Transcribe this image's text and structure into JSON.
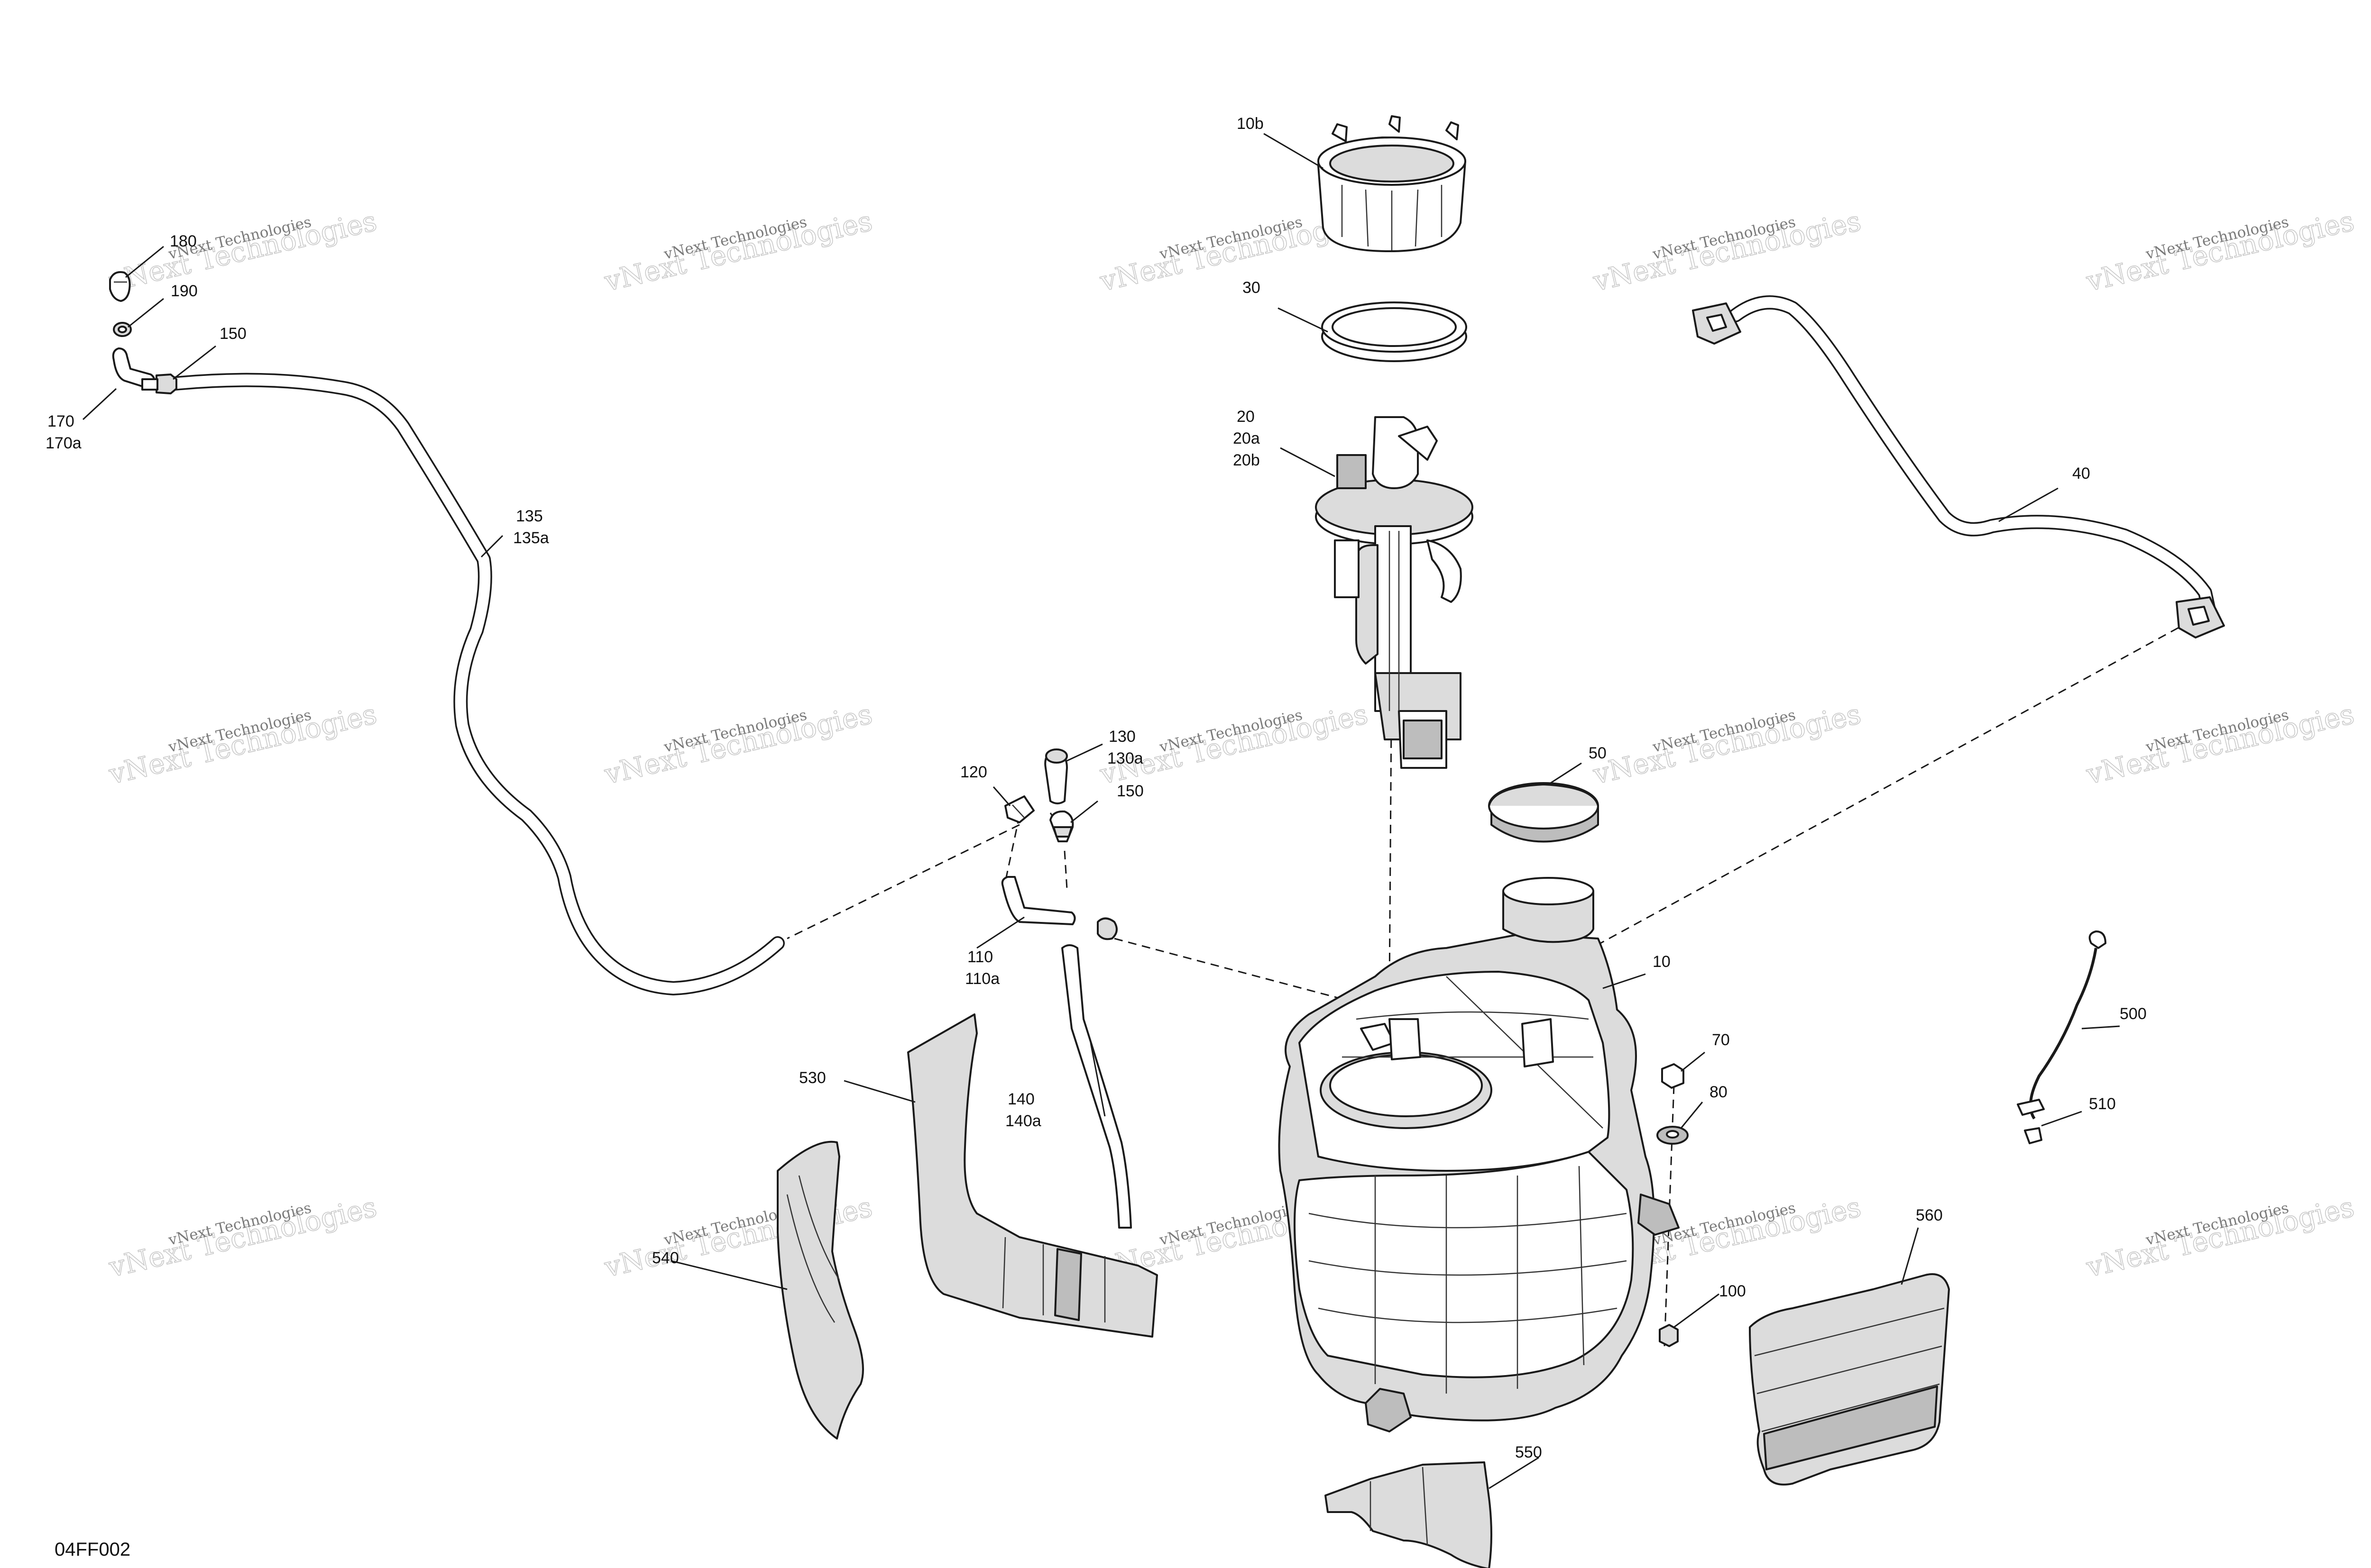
{
  "watermark": {
    "line1": "vNext Technologies",
    "line2": "vNext Technologies"
  },
  "diagram_code": "04FF002",
  "callouts": [
    {
      "id": "10b",
      "lines": [
        "10b"
      ]
    },
    {
      "id": "30",
      "lines": [
        "30"
      ]
    },
    {
      "id": "20",
      "lines": [
        "20",
        "20a",
        "20b"
      ]
    },
    {
      "id": "180",
      "lines": [
        "180"
      ]
    },
    {
      "id": "190",
      "lines": [
        "190"
      ]
    },
    {
      "id": "150-top",
      "lines": [
        "150"
      ]
    },
    {
      "id": "170",
      "lines": [
        "170",
        "170a"
      ]
    },
    {
      "id": "135",
      "lines": [
        "135",
        "135a"
      ]
    },
    {
      "id": "40",
      "lines": [
        "40"
      ]
    },
    {
      "id": "120",
      "lines": [
        "120"
      ]
    },
    {
      "id": "130",
      "lines": [
        "130",
        "130a"
      ]
    },
    {
      "id": "150-mid",
      "lines": [
        "150"
      ]
    },
    {
      "id": "50",
      "lines": [
        "50"
      ]
    },
    {
      "id": "110",
      "lines": [
        "110",
        "110a"
      ]
    },
    {
      "id": "10",
      "lines": [
        "10"
      ]
    },
    {
      "id": "530",
      "lines": [
        "530"
      ]
    },
    {
      "id": "140",
      "lines": [
        "140",
        "140a"
      ]
    },
    {
      "id": "70",
      "lines": [
        "70"
      ]
    },
    {
      "id": "500",
      "lines": [
        "500"
      ]
    },
    {
      "id": "80",
      "lines": [
        "80"
      ]
    },
    {
      "id": "510",
      "lines": [
        "510"
      ]
    },
    {
      "id": "540",
      "lines": [
        "540"
      ]
    },
    {
      "id": "560",
      "lines": [
        "560"
      ]
    },
    {
      "id": "100",
      "lines": [
        "100"
      ]
    },
    {
      "id": "550",
      "lines": [
        "550"
      ]
    }
  ]
}
